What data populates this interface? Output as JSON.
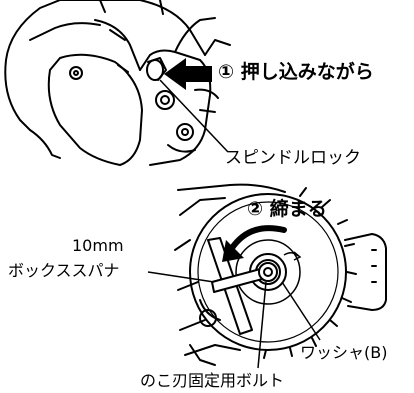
{
  "top_panel": {
    "step1_label": "① 押し込みながら",
    "spindle_lock_label": "スピンドルロック"
  },
  "bottom_panel": {
    "step2_label": "② 締まる",
    "wrench_size_label": "10mm",
    "wrench_name_label": "ボックススパナ",
    "washer_label": "ワッシャ(B)",
    "bolt_label": "のこ刃固定用ボルト"
  },
  "colors": {
    "line": "#000000",
    "background": "#ffffff"
  }
}
